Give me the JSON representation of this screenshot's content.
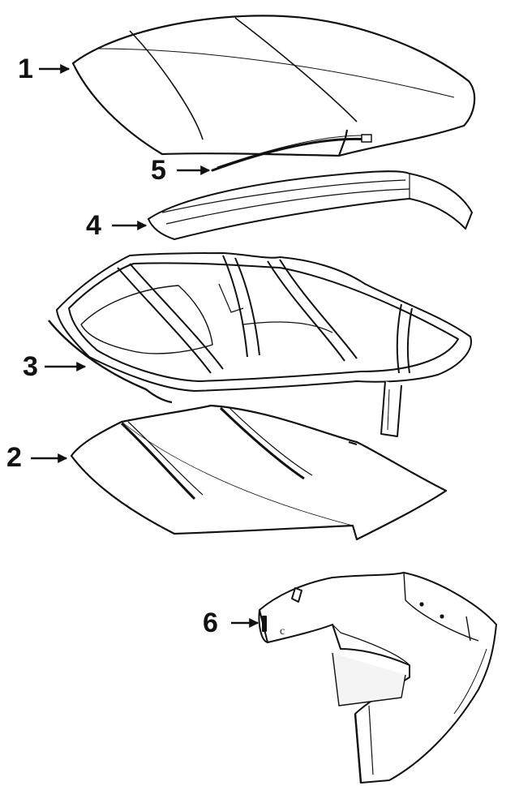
{
  "callouts": {
    "one": "1",
    "two": "2",
    "three": "3",
    "four": "4",
    "five": "5",
    "six": "6"
  },
  "colors": {
    "line": "#111111",
    "shade": "#d9d9d9",
    "background": "#ffffff"
  }
}
